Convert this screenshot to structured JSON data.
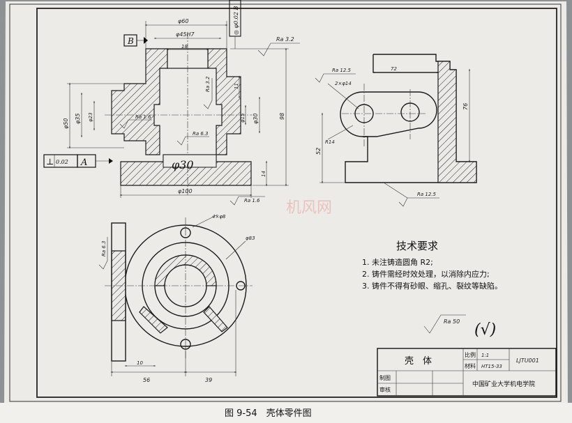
{
  "caption": "图 9-54　壳体零件图",
  "watermark": "机风网",
  "tech_requirements": {
    "title": "技术要求",
    "items": [
      "1. 未注铸造圆角 R2;",
      "2. 铸件需经时效处理，以消除内应力;",
      "3. 铸件不得有砂眼、缩孔、裂纹等缺陷。"
    ]
  },
  "general_roughness": "Ra 50",
  "general_roughness_hand": "(√)",
  "title_block": {
    "part_name": "壳　体",
    "scale_label": "比例",
    "scale_value": "1:1",
    "material_label": "材料",
    "material_value": "HT15-33",
    "drawing_no": "LJTU001",
    "drawn_label": "制图",
    "checked_label": "审核",
    "school": "中国矿业大学机电学院"
  },
  "front_view": {
    "dims": {
      "d60": "φ60",
      "d45": "φ45H7",
      "w18": "18",
      "d50": "φ50",
      "d35": "φ35",
      "d23": "φ23",
      "d15": "φ15",
      "d30": "φ30",
      "d30_hand": "φ30",
      "h98": "98",
      "h11": "11",
      "h14": "14",
      "d100": "φ100",
      "ra32a": "Ra 3.2",
      "ra32b": "Ra 3.2",
      "ra16": "Ra 1.6",
      "ra63": "Ra 6.3",
      "ra_bottom": "Ra 1.6"
    },
    "datum_b": "B",
    "datum_a": "A",
    "fcf_perp": [
      "⊥",
      "0.02",
      "A"
    ],
    "fcf_top": "◎ φ0.02 B"
  },
  "side_view": {
    "dims": {
      "ra125a": "Ra 12.5",
      "ra125b": "Ra 12.5",
      "holes": "2×φ14",
      "w72": "72",
      "r14": "R14",
      "h52": "52",
      "h76": "76"
    }
  },
  "top_view": {
    "dims": {
      "holes4": "4×φ8",
      "d83": "φ83",
      "ra63": "Ra 6.3",
      "w56": "56",
      "w39": "39",
      "w10": "10"
    }
  }
}
